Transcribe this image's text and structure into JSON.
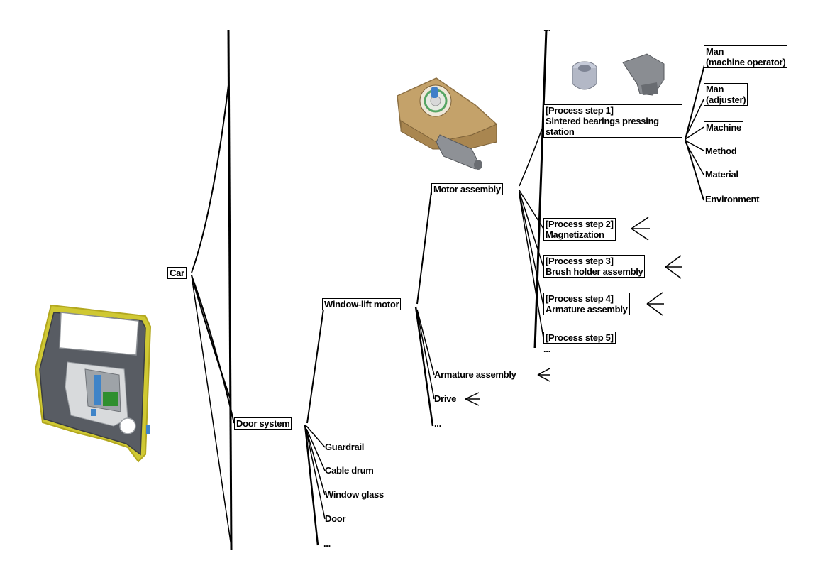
{
  "nodes": {
    "car": "Car",
    "door_system": "Door system",
    "window_lift_motor": "Window-lift motor",
    "motor_assembly": "Motor assembly",
    "guardrail": "Guardrail",
    "cable_drum": "Cable drum",
    "window_glass": "Window glass",
    "door": "Door",
    "armature_assembly": "Armature assembly",
    "drive": "Drive",
    "ellipsis": "...",
    "process_step_1": {
      "line1": "[Process step 1]",
      "line2": "Sintered bearings pressing",
      "line3": "station"
    },
    "process_step_2": {
      "line1": "[Process step 2]",
      "line2": "Magnetization"
    },
    "process_step_3": {
      "line1": "[Process step 3]",
      "line2": "Brush holder assembly"
    },
    "process_step_4": {
      "line1": "[Process step 4]",
      "line2": "Armature assembly"
    },
    "process_step_5": "[Process step 5]",
    "man_operator": {
      "line1": "Man",
      "line2": "(machine operator)"
    },
    "man_adjuster": {
      "line1": "Man",
      "line2": "(adjuster)"
    },
    "machine": "Machine",
    "method": "Method",
    "material": "Material",
    "environment": "Environment"
  },
  "images": {
    "door_image": "car-door-illustration",
    "motor_image": "window-lift-motor-illustration",
    "bearing_images": "sintered-bearings-illustration"
  }
}
